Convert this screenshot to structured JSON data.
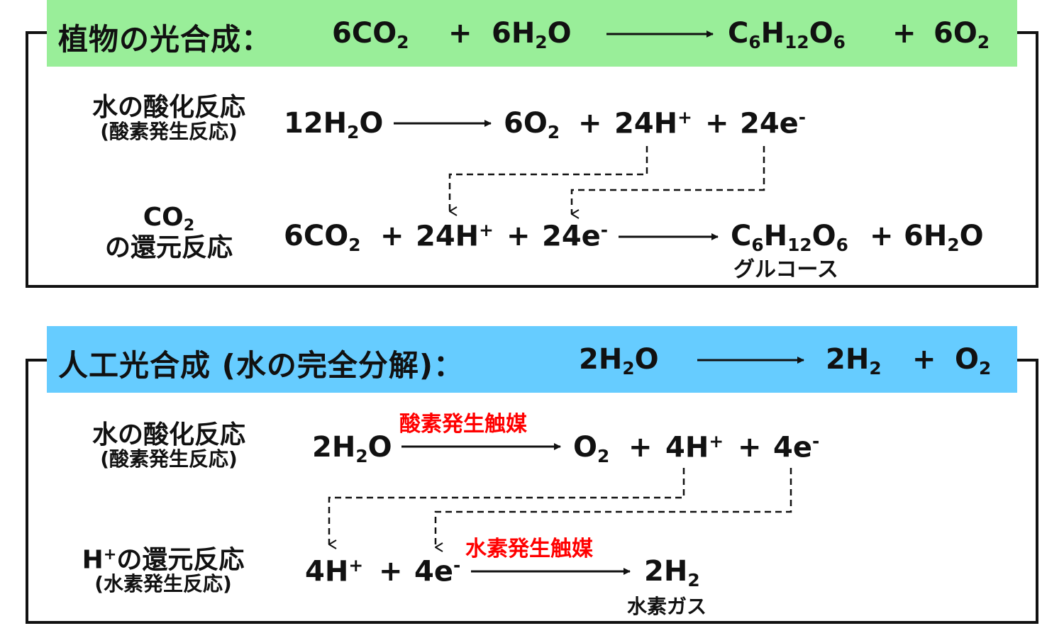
{
  "plant": {
    "banner_color": "#99ee99",
    "title": "植物の光合成：",
    "overall": {
      "lhs1": "6CO",
      "lhs1_sub": "2",
      "plus1": "+",
      "lhs2": "6H",
      "lhs2_sub": "2",
      "lhs2_tail": "O",
      "rhs1": "C",
      "rhs1_s1": "6",
      "rhs1_h": "H",
      "rhs1_s2": "12",
      "rhs1_o": "O",
      "rhs1_s3": "6",
      "plus2": "+",
      "rhs2": "6O",
      "rhs2_sub": "2"
    },
    "ox_label": "水の酸化反応",
    "ox_sublabel": "(酸素発生反応)",
    "ox_eq": {
      "a": "12H",
      "a_sub": "2",
      "a_tail": "O",
      "b": "6O",
      "b_sub": "2",
      "plus": "+",
      "c": "24H",
      "c_sup": "+",
      "d": "24e",
      "d_sup": "-"
    },
    "red_label_1": "CO",
    "red_label_1_sub": "2",
    "red_label_2": "の還元反応",
    "red_eq": {
      "a": "6CO",
      "a_sub": "2",
      "plus": "+",
      "b": "24H",
      "b_sup": "+",
      "c": "24e",
      "c_sup": "-",
      "d": "C",
      "d_s1": "6",
      "d_h": "H",
      "d_s2": "12",
      "d_o": "O",
      "d_s3": "6",
      "e": "6H",
      "e_sub": "2",
      "e_tail": "O"
    },
    "glucose": "グルコース"
  },
  "artificial": {
    "banner_color": "#66ccff",
    "title": "人工光合成 (水の完全分解)：",
    "overall": {
      "lhs": "2H",
      "lhs_sub": "2",
      "lhs_tail": "O",
      "rhs1": "2H",
      "rhs1_sub": "2",
      "plus": "+",
      "rhs2": "O",
      "rhs2_sub": "2"
    },
    "ox_label": "水の酸化反応",
    "ox_sublabel": "(酸素発生反応)",
    "ox_catalyst": "酸素発生触媒",
    "ox_eq": {
      "a": "2H",
      "a_sub": "2",
      "a_tail": "O",
      "b": "O",
      "b_sub": "2",
      "plus": "+",
      "c": "4H",
      "c_sup": "+",
      "d": "4e",
      "d_sup": "-"
    },
    "red_label_1": "H",
    "red_label_1_sup": "+",
    "red_label_1_tail": "の還元反応",
    "red_sublabel": "(水素発生反応)",
    "red_catalyst": "水素発生触媒",
    "red_eq": {
      "a": "4H",
      "a_sup": "+",
      "plus": "+",
      "b": "4e",
      "b_sup": "-",
      "c": "2H",
      "c_sub": "2"
    },
    "hydrogen_gas": "水素ガス"
  },
  "colors": {
    "catalyst": "#ff0000",
    "frame": "#111111"
  }
}
